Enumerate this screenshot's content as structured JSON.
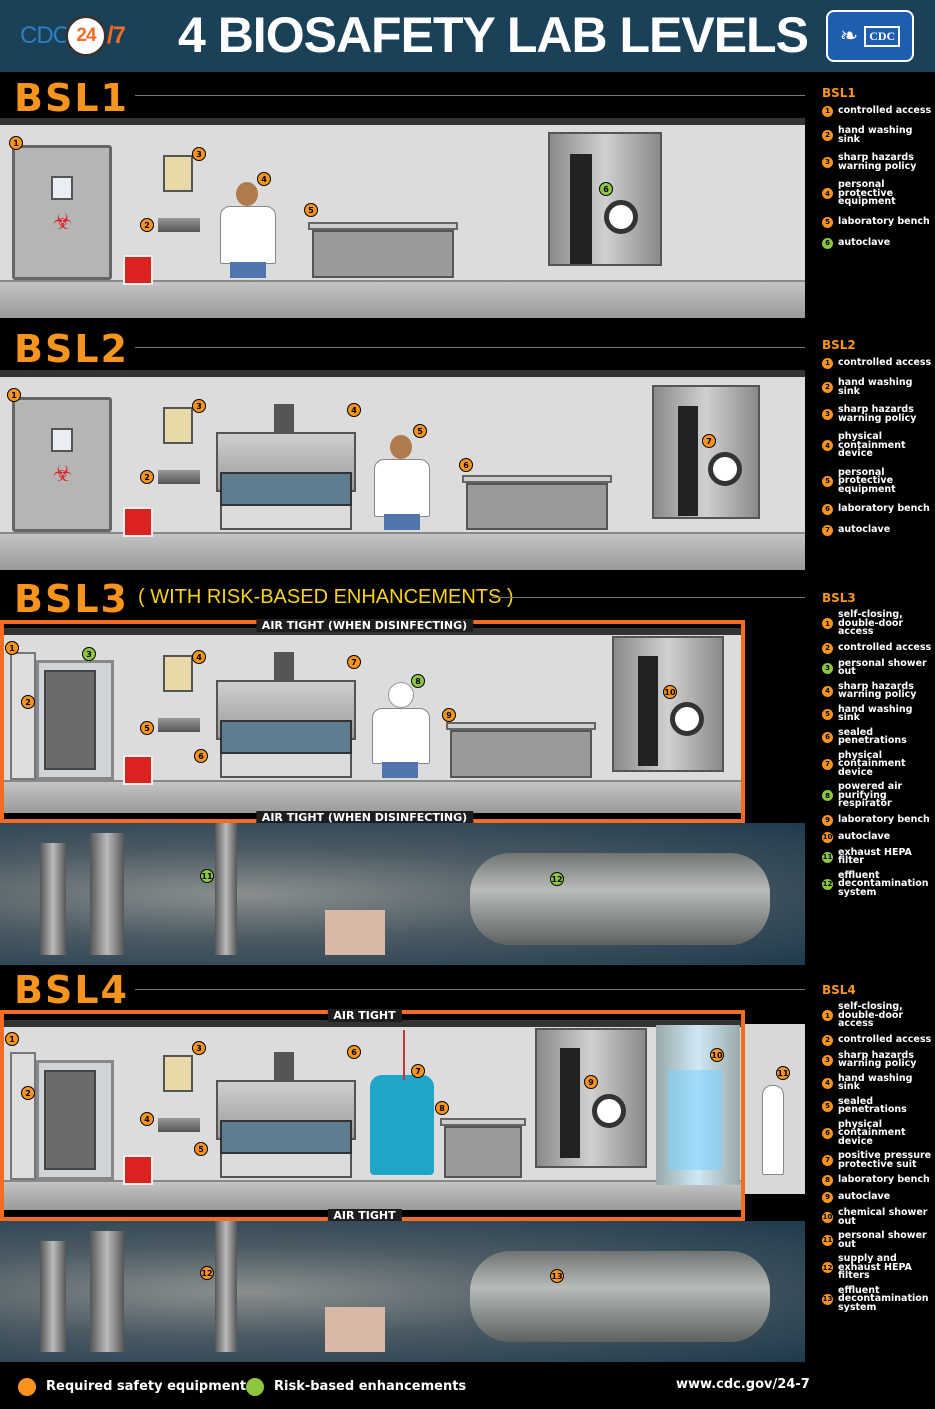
{
  "header": {
    "logo_text": "CDC",
    "logo_24": "24",
    "logo_7": "/7",
    "title": "4 BIOSAFETY LAB LEVELS",
    "agency_logo_text": "CDC"
  },
  "colors": {
    "required": "#f7941d",
    "risk_based": "#8dc63f",
    "header_bg": "#1b4159",
    "frame": "#f26c21"
  },
  "sections": [
    {
      "title": "BSL1",
      "subtitle": "",
      "legend_title": "BSL1",
      "items": [
        {
          "n": "1",
          "label": "controlled access",
          "kind": "required"
        },
        {
          "n": "2",
          "label": "hand washing sink",
          "kind": "required"
        },
        {
          "n": "3",
          "label": "sharp hazards warning policy",
          "kind": "required"
        },
        {
          "n": "4",
          "label": "personal protective equipment",
          "kind": "required"
        },
        {
          "n": "5",
          "label": "laboratory bench",
          "kind": "required"
        },
        {
          "n": "6",
          "label": "autoclave",
          "kind": "risk_based"
        }
      ]
    },
    {
      "title": "BSL2",
      "subtitle": "",
      "legend_title": "BSL2",
      "items": [
        {
          "n": "1",
          "label": "controlled access",
          "kind": "required"
        },
        {
          "n": "2",
          "label": "hand washing sink",
          "kind": "required"
        },
        {
          "n": "3",
          "label": "sharp hazards warning policy",
          "kind": "required"
        },
        {
          "n": "4",
          "label": "physical containment device",
          "kind": "required"
        },
        {
          "n": "5",
          "label": "personal protective equipment",
          "kind": "required"
        },
        {
          "n": "6",
          "label": "laboratory bench",
          "kind": "required"
        },
        {
          "n": "7",
          "label": "autoclave",
          "kind": "required"
        }
      ]
    },
    {
      "title": "BSL3",
      "subtitle": "( WITH RISK-BASED ENHANCEMENTS )",
      "legend_title": "BSL3",
      "airtight_label": "AIR TIGHT  (WHEN DISINFECTING)",
      "items": [
        {
          "n": "1",
          "label": "self-closing, double-door access",
          "kind": "required"
        },
        {
          "n": "2",
          "label": "controlled access",
          "kind": "required"
        },
        {
          "n": "3",
          "label": "personal shower out",
          "kind": "risk_based"
        },
        {
          "n": "4",
          "label": "sharp hazards warning policy",
          "kind": "required"
        },
        {
          "n": "5",
          "label": "hand washing sink",
          "kind": "required"
        },
        {
          "n": "6",
          "label": "sealed penetrations",
          "kind": "required"
        },
        {
          "n": "7",
          "label": "physical containment device",
          "kind": "required"
        },
        {
          "n": "8",
          "label": "powered air purifying respirator",
          "kind": "risk_based"
        },
        {
          "n": "9",
          "label": "laboratory bench",
          "kind": "required"
        },
        {
          "n": "10",
          "label": "autoclave",
          "kind": "required"
        },
        {
          "n": "11",
          "label": "exhaust HEPA filter",
          "kind": "risk_based"
        },
        {
          "n": "12",
          "label": "effluent decontamination system",
          "kind": "risk_based"
        }
      ]
    },
    {
      "title": "BSL4",
      "subtitle": "",
      "legend_title": "BSL4",
      "airtight_label": "AIR TIGHT",
      "items": [
        {
          "n": "1",
          "label": "self-closing, double-door access",
          "kind": "required"
        },
        {
          "n": "2",
          "label": "controlled access",
          "kind": "required"
        },
        {
          "n": "3",
          "label": "sharp hazards warning policy",
          "kind": "required"
        },
        {
          "n": "4",
          "label": "hand washing sink",
          "kind": "required"
        },
        {
          "n": "5",
          "label": "sealed penetrations",
          "kind": "required"
        },
        {
          "n": "6",
          "label": "physical containment device",
          "kind": "required"
        },
        {
          "n": "7",
          "label": "positive pressure protective suit",
          "kind": "required"
        },
        {
          "n": "8",
          "label": "laboratory bench",
          "kind": "required"
        },
        {
          "n": "9",
          "label": "autoclave",
          "kind": "required"
        },
        {
          "n": "10",
          "label": "chemical shower out",
          "kind": "required"
        },
        {
          "n": "11",
          "label": "personal shower out",
          "kind": "required"
        },
        {
          "n": "12",
          "label": "supply and exhaust HEPA filters",
          "kind": "required"
        },
        {
          "n": "13",
          "label": "effluent decontamination system",
          "kind": "required"
        }
      ]
    }
  ],
  "footer": {
    "required_label": "Required safety equipment",
    "risk_label": "Risk-based enhancements",
    "url": "www.cdc.gov/24-7"
  }
}
